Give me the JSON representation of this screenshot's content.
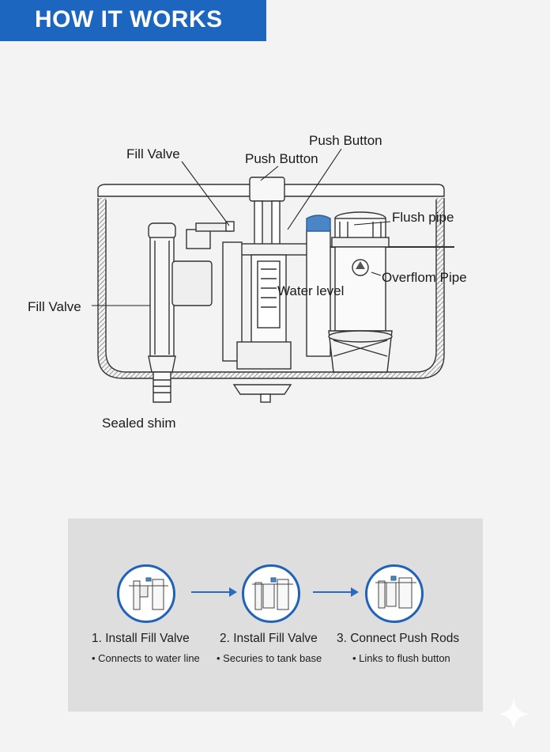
{
  "header": {
    "title": "HOW IT WORKS"
  },
  "diagram": {
    "labels": {
      "push_button_top": "Push Button",
      "push_button": "Push Button",
      "fill_valve_top": "Fill Valve",
      "flush_pipe": "Flush pipe",
      "overflow_pipe": "Overflom Pipe",
      "water_level": "Water level",
      "fill_valve_side": "Fill Valve",
      "sealed_shim": "Sealed shim"
    }
  },
  "steps": [
    {
      "title": "1. Install Fill Valve",
      "desc": "• Connects to water line",
      "icon": "fill-valve-thumbnail"
    },
    {
      "title": "2. Install Fill Valve",
      "desc": "• Securies to tank base",
      "icon": "tank-assembly-thumbnail"
    },
    {
      "title": "3. Connect Push Rods",
      "desc": "• Links to flush button",
      "icon": "push-rod-thumbnail"
    }
  ],
  "colors": {
    "accent": "#1c66bf",
    "panel": "#dedede",
    "background": "#f3f3f3",
    "blue_cap": "#4a86c5"
  }
}
